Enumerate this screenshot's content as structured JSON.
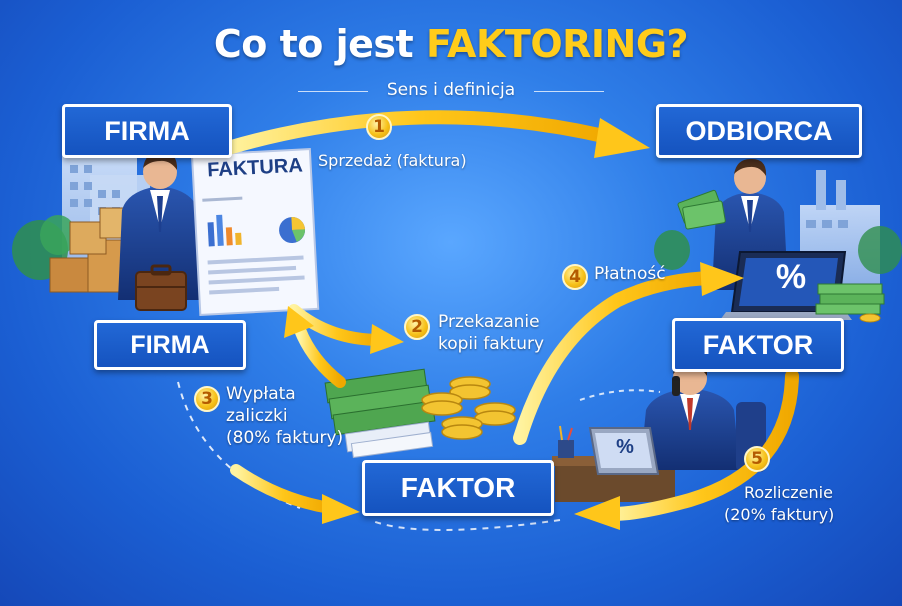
{
  "title": {
    "prefix": "Co to jest ",
    "highlight": "FAKTORING?"
  },
  "subtitle": "Sens i definicja",
  "entities": {
    "firma_top": "FIRMA",
    "firma_bottom": "FIRMA",
    "odbiorca": "ODBIORCA",
    "faktor_right": "FAKTOR",
    "faktor_center": "FAKTOR"
  },
  "document": {
    "label": "FAKTURA"
  },
  "laptop": {
    "symbol": "%"
  },
  "steps": [
    {
      "number": "1",
      "text": "Sprzedaż (faktura)"
    },
    {
      "number": "2",
      "line1": "Przekazanie",
      "line2": "kopii faktury"
    },
    {
      "number": "3",
      "line1": "Wypłata",
      "line2": "zaliczki",
      "line3": "(80% faktury)"
    },
    {
      "number": "4",
      "text": "Płatność"
    },
    {
      "number": "5",
      "line1": "Rozliczenie",
      "line2": "(20% faktury)"
    }
  ],
  "icons": [
    "person-icon",
    "briefcase-icon",
    "boxes-icon",
    "building-icon",
    "factory-icon",
    "money-stack-icon",
    "coins-icon",
    "laptop-icon",
    "phone-icon",
    "chart-icon"
  ],
  "colors": {
    "arrow": "#ffc61a",
    "box": "#1a5dcc",
    "accent": "#ffcc1a"
  }
}
